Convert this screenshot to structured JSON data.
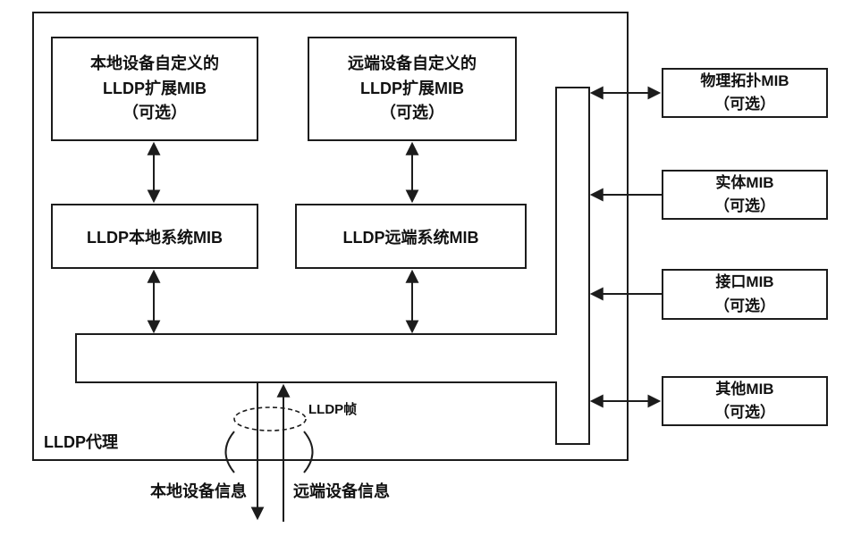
{
  "boxes": {
    "local_ext": {
      "line1": "本地设备自定义的",
      "line2": "LLDP扩展MIB",
      "line3": "（可选）"
    },
    "remote_ext": {
      "line1": "远端设备自定义的",
      "line2": "LLDP扩展MIB",
      "line3": "（可选）"
    },
    "local_sys": {
      "label": "LLDP本地系统MIB"
    },
    "remote_sys": {
      "label": "LLDP远端系统MIB"
    }
  },
  "right_boxes": [
    {
      "title": "物理拓扑MIB",
      "sub": "（可选）"
    },
    {
      "title": "实体MIB",
      "sub": "（可选）"
    },
    {
      "title": "接口MIB",
      "sub": "（可选）"
    },
    {
      "title": "其他MIB",
      "sub": "（可选）"
    }
  ],
  "labels": {
    "agent": "LLDP代理",
    "lldp_frame": "LLDP帧",
    "local_info": "本地设备信息",
    "remote_info": "远端设备信息"
  },
  "colors": {
    "line": "#1c1c1c",
    "background": "#ffffff"
  }
}
